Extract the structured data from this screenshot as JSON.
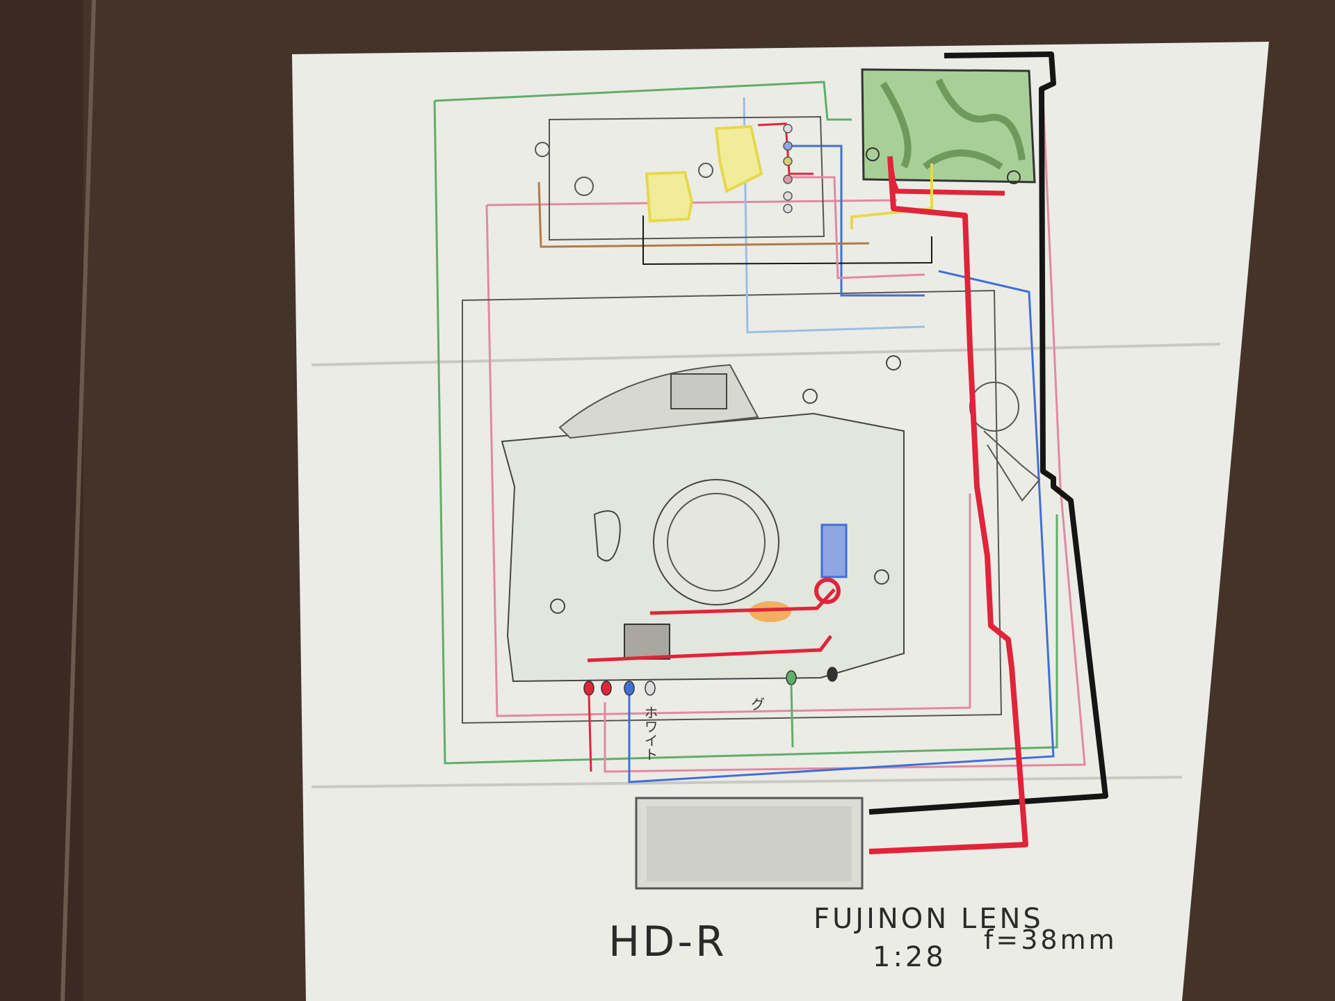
{
  "photo": {
    "subject": "hand-drawn camera wiring diagram on paper",
    "colors": {
      "table": "#3a2a22",
      "paper": "#ecece6",
      "wire_red": "#e0243a",
      "wire_black": "#151515",
      "wire_blue": "#3f6fd8",
      "wire_green": "#5fae6a",
      "wire_pink": "#e08aa0",
      "wire_brown": "#b07a45",
      "wire_yellow": "#e6d84a",
      "pencil": "#555555"
    }
  },
  "notes": {
    "model": "HD-R",
    "lens_name": "FUJINON LENS",
    "aperture": "1:28",
    "focal_length": "f=38mm",
    "wire_label_white": "ホワイト",
    "wire_label_small": "グ"
  }
}
